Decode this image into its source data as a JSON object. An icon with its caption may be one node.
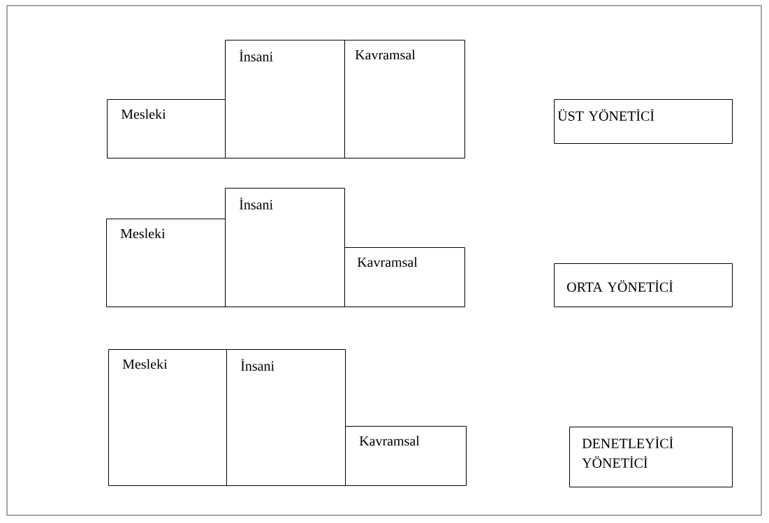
{
  "diagram": {
    "nodes": [
      {
        "text": [
          "Mesleki"
        ]
      },
      {
        "text": [
          "İnsani"
        ]
      },
      {
        "text": [
          "Kavramsal"
        ]
      },
      {
        "text": [
          "ÜST YÖNETİCİ"
        ]
      },
      {
        "text": [
          "Mesleki"
        ]
      },
      {
        "text": [
          "İnsani"
        ]
      },
      {
        "text": [
          "Kavramsal"
        ]
      },
      {
        "text": [
          "ORTA YÖNETİCİ"
        ]
      },
      {
        "text": [
          "Mesleki"
        ]
      },
      {
        "text": [
          "İnsani"
        ]
      },
      {
        "text": [
          "Kavramsal"
        ]
      },
      {
        "text": [
          "DENETLEYİCİ YÖNETİCİ"
        ]
      }
    ]
  }
}
